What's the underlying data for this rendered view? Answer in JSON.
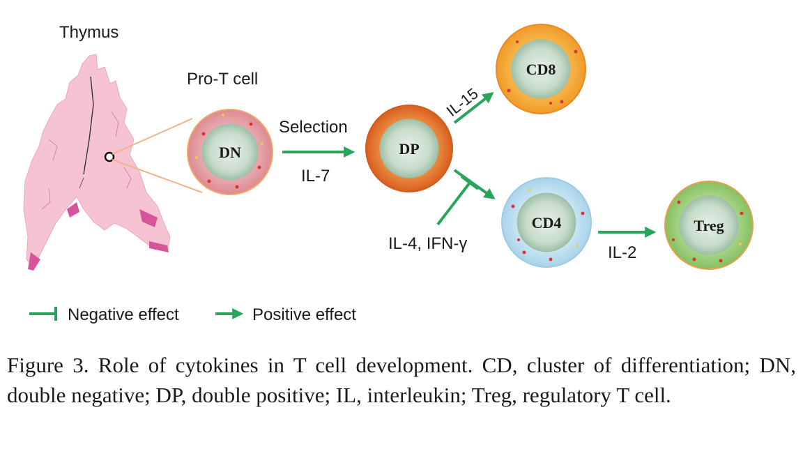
{
  "labels": {
    "thymus": "Thymus",
    "pro_t_cell": "Pro-T cell",
    "selection": "Selection",
    "il7": "IL-7",
    "il15": "IL-15",
    "il4_ifn": "IL-4, IFN-γ",
    "il2": "IL-2"
  },
  "cells": {
    "dn": "DN",
    "dp": "DP",
    "cd8": "CD8",
    "cd4": "CD4",
    "treg": "Treg"
  },
  "legend": {
    "negative": "Negative effect",
    "positive": "Positive effect"
  },
  "caption": "Figure 3. Role of cytokines in T cell development. CD, cluster of differentiation; DN, double negative; DP, double positive; IL, interleukin; Treg, regulatory T cell.",
  "colors": {
    "arrow_green": "#27a55a",
    "thymus_pink": "#f6c3d3",
    "thymus_magenta": "#d6549a",
    "dn_ring": "#e8a3a8",
    "dp_ring": "#e97a2c",
    "cd8_ring": "#f5a93a",
    "cd4_ring": "#bfe0f0",
    "treg_ring": "#9fcf7e",
    "nucleus": "#b9d3c0"
  }
}
